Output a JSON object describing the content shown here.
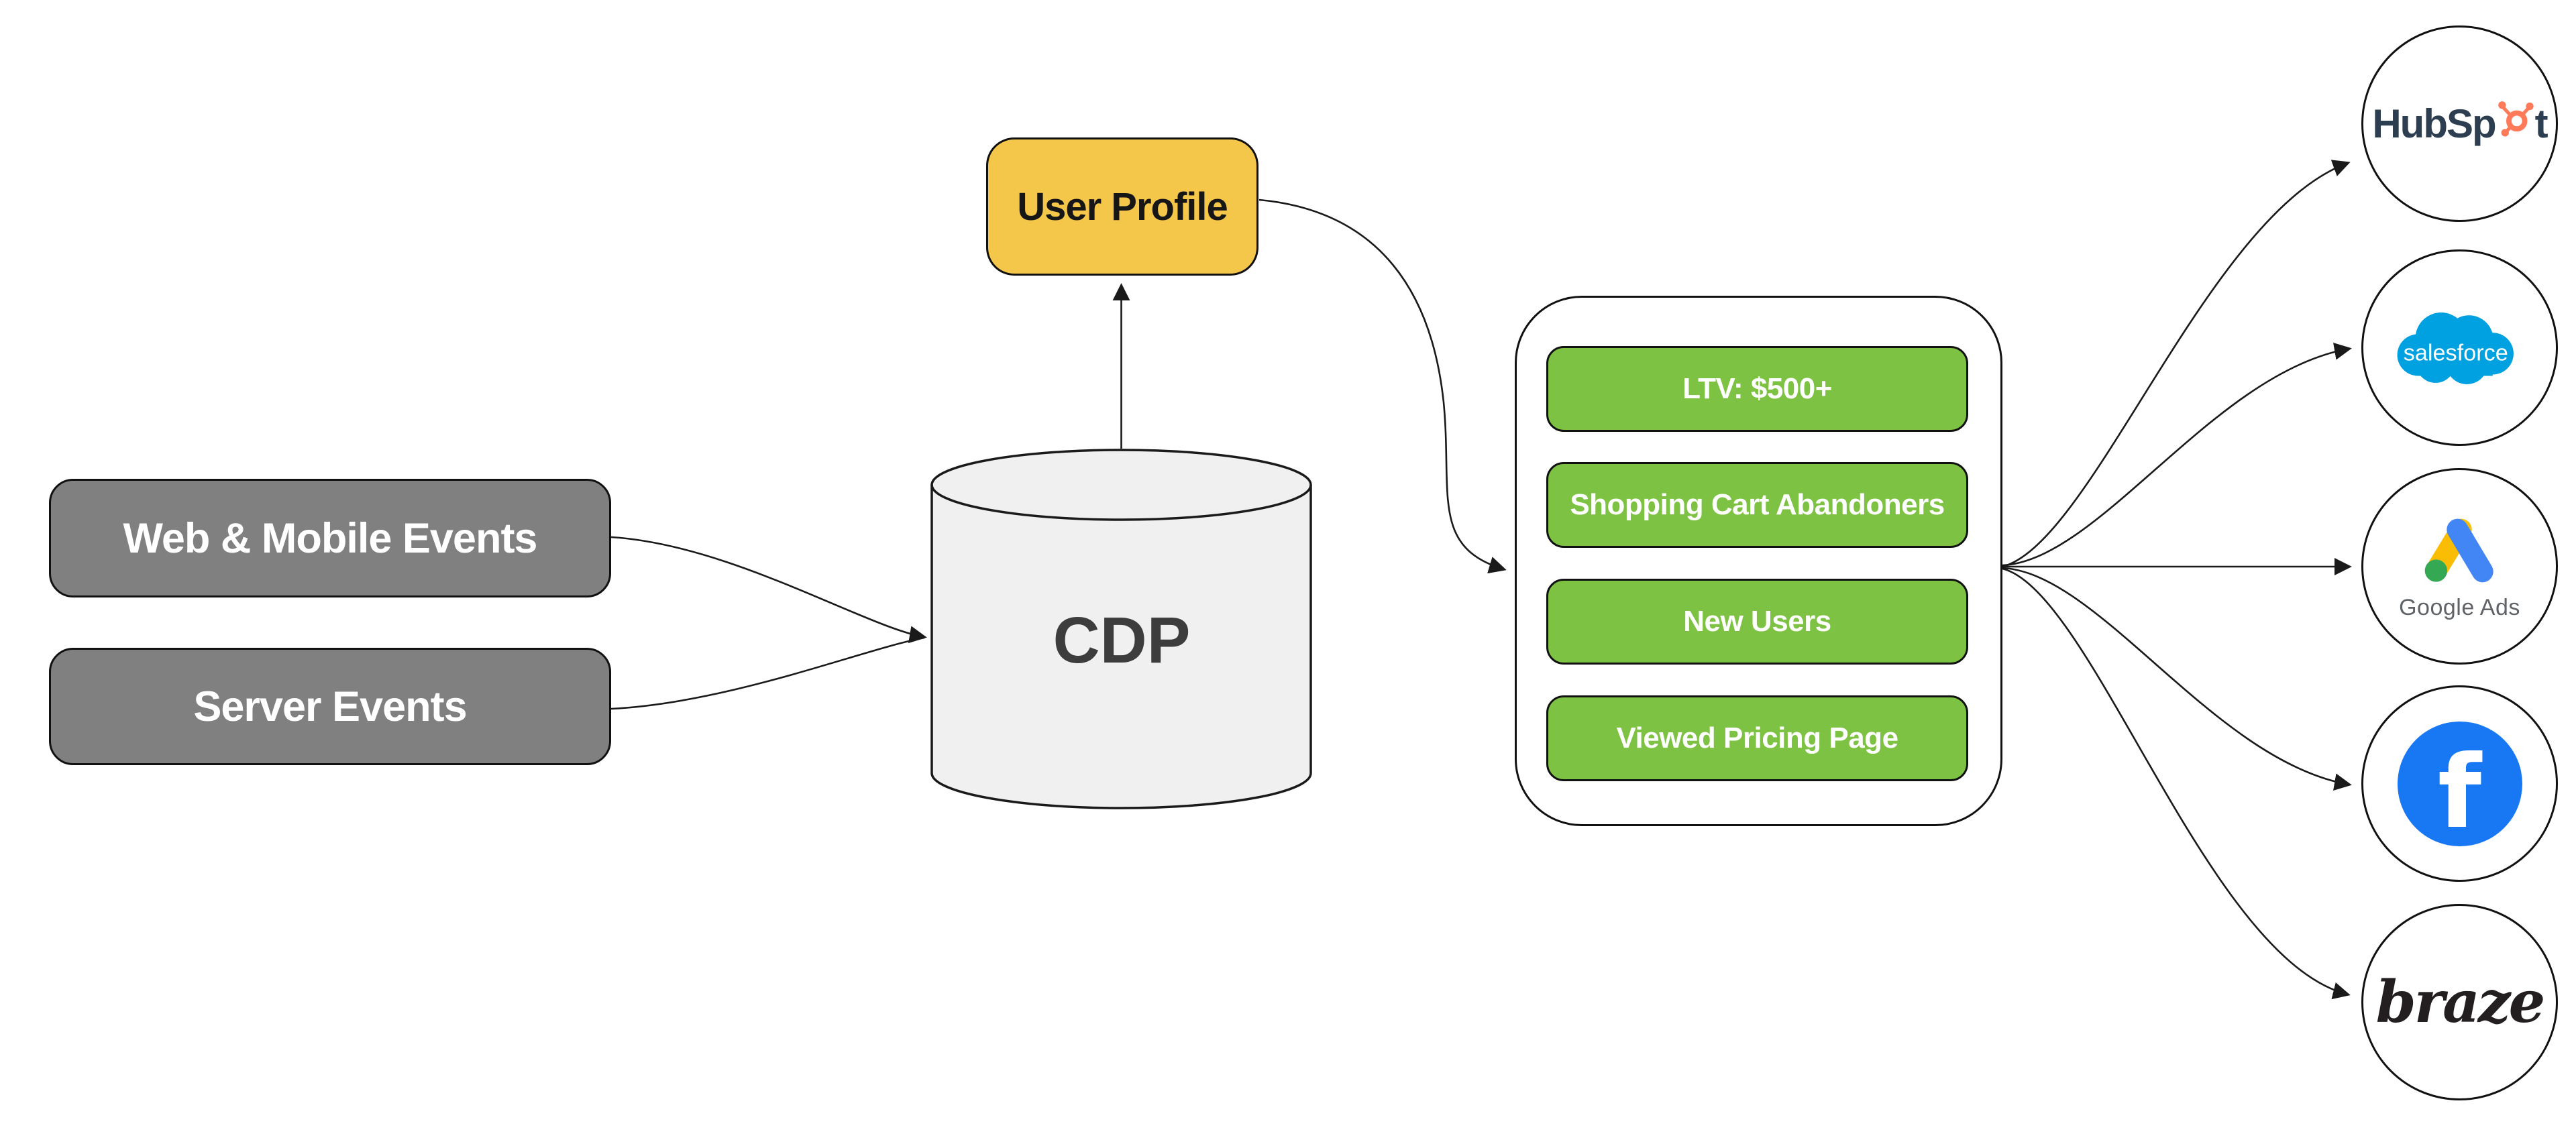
{
  "diagram": {
    "sources": [
      {
        "label": "Web & Mobile Events"
      },
      {
        "label": "Server Events"
      }
    ],
    "cdp_label": "CDP",
    "user_profile_label": "User Profile",
    "segments": [
      {
        "label": "LTV: $500+"
      },
      {
        "label": "Shopping Cart Abandoners"
      },
      {
        "label": "New Users"
      },
      {
        "label": "Viewed Pricing Page"
      }
    ],
    "destinations": {
      "hubspot": {
        "wordmark_prefix": "HubSp",
        "wordmark_suffix": "t"
      },
      "salesforce": {
        "wordmark": "salesforce"
      },
      "google_ads": {
        "caption": "Google Ads"
      },
      "facebook": {
        "glyph": "f"
      },
      "braze": {
        "wordmark": "braze"
      }
    }
  },
  "colors": {
    "source_gray": "#808080",
    "profile_yellow": "#f4c74a",
    "segment_green": "#7dc243",
    "cylinder_gray": "#f0f0f0",
    "line_dark": "#1a1a1a",
    "hubspot_navy": "#2d3e50",
    "hubspot_orange": "#ff7a59",
    "salesforce_blue": "#00a1e0",
    "google_blue": "#4285f4",
    "google_yellow": "#fbbc04",
    "google_green": "#34a853",
    "google_text_gray": "#5f6368",
    "facebook_blue": "#1877f2",
    "braze_black": "#231f20"
  }
}
